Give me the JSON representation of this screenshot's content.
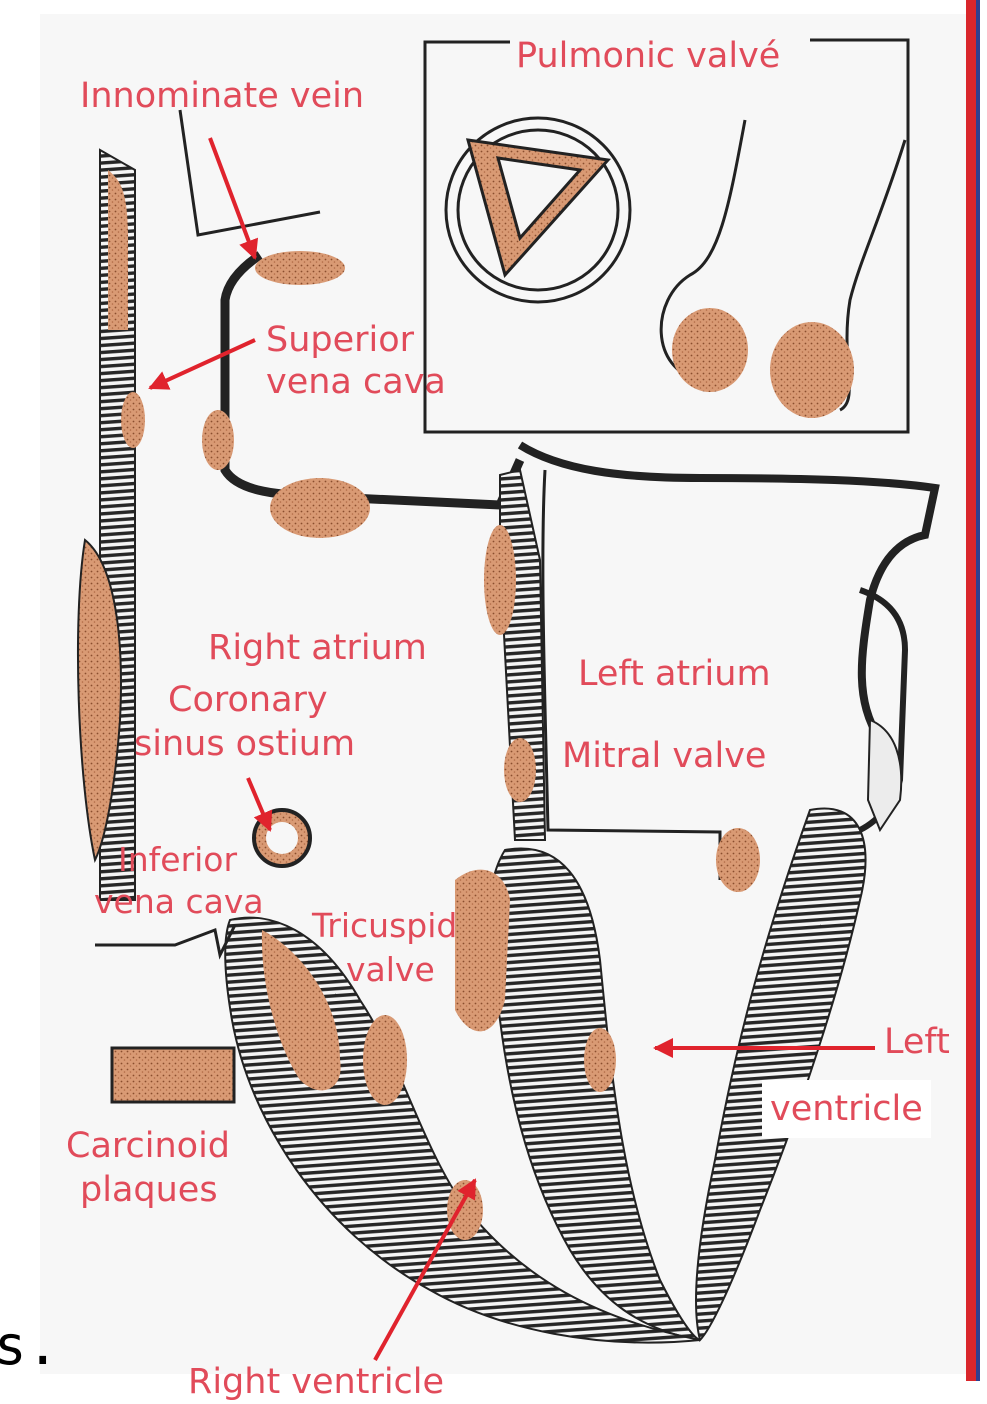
{
  "labels": {
    "pulmonic_valve": "Pulmonic valvé",
    "innominate_vein": "Innominate vein",
    "superior_vena_cava_1": "Superior",
    "superior_vena_cava_2": "vena cava",
    "right_atrium": "Right atrium",
    "coronary_sinus_1": "Coronary",
    "coronary_sinus_2": "sinus ostium",
    "left_atrium": "Left atrium",
    "mitral_valve": "Mitral valve",
    "inferior_vena_cava_1": "Inferior",
    "inferior_vena_cava_2": "vena cava",
    "tricuspid_valve_1": "Tricuspid",
    "tricuspid_valve_2": "valve",
    "left_ventricle_1": "Left",
    "left_ventricle_2": "ventricle",
    "carcinoid_1": "Carcinoid",
    "carcinoid_2": "plaques",
    "right_ventricle": "Right ventricle"
  },
  "side_text": "s.",
  "colors": {
    "label": "#e14b5a",
    "arrow": "#e0232d",
    "plaque": "#d99a74",
    "wall": "#1f1f1f",
    "background": "#f7f7f7",
    "frame_red": "#d9262b",
    "frame_blue": "#2f3f8f"
  }
}
